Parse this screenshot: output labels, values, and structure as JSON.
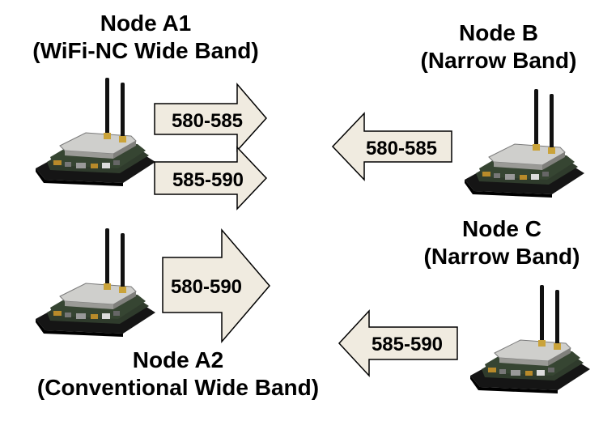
{
  "nodes": {
    "a1": {
      "name": "Node A1",
      "type": "(WiFi-NC Wide Band)"
    },
    "a2": {
      "name": "Node A2",
      "type": "(Conventional Wide Band)"
    },
    "b": {
      "name": "Node B",
      "type": "(Narrow Band)"
    },
    "c": {
      "name": "Node C",
      "type": "(Narrow Band)"
    }
  },
  "arrows": {
    "a1_upper": "580-585",
    "a1_lower": "585-590",
    "a2": "580-590",
    "b": "580-585",
    "c": "585-590"
  },
  "colors": {
    "arrow_fill": "#f0ebe0",
    "arrow_stroke": "#000000",
    "board_base": "#1a1a1a",
    "board_pcb": "#2b3a2a",
    "board_top": "#c9c9c6"
  }
}
